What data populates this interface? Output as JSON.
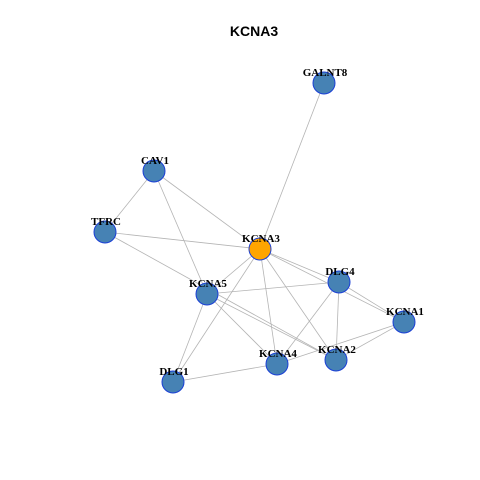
{
  "title": "KCNA3",
  "colors": {
    "default_node": "#4682B4",
    "focus_node": "#FFA500",
    "node_border": "#1a3fd6",
    "edge": "#b4b4b4"
  },
  "nodes": [
    {
      "id": "GALNT8",
      "label": "GALNT8",
      "focus": false
    },
    {
      "id": "CAV1",
      "label": "CAV1",
      "focus": false
    },
    {
      "id": "TFRC",
      "label": "TFRC",
      "focus": false
    },
    {
      "id": "KCNA3",
      "label": "KCNA3",
      "focus": true
    },
    {
      "id": "DLG4",
      "label": "DLG4",
      "focus": false
    },
    {
      "id": "KCNA5",
      "label": "KCNA5",
      "focus": false
    },
    {
      "id": "KCNA1",
      "label": "KCNA1",
      "focus": false
    },
    {
      "id": "KCNA2",
      "label": "KCNA2",
      "focus": false
    },
    {
      "id": "KCNA4",
      "label": "KCNA4",
      "focus": false
    },
    {
      "id": "DLG1",
      "label": "DLG1",
      "focus": false
    }
  ],
  "edges": [
    [
      "GALNT8",
      "KCNA3"
    ],
    [
      "CAV1",
      "TFRC"
    ],
    [
      "CAV1",
      "KCNA3"
    ],
    [
      "CAV1",
      "KCNA5"
    ],
    [
      "TFRC",
      "KCNA3"
    ],
    [
      "TFRC",
      "KCNA2"
    ],
    [
      "KCNA3",
      "KCNA5"
    ],
    [
      "KCNA3",
      "DLG4"
    ],
    [
      "KCNA3",
      "KCNA1"
    ],
    [
      "KCNA3",
      "KCNA2"
    ],
    [
      "KCNA3",
      "KCNA4"
    ],
    [
      "KCNA3",
      "DLG1"
    ],
    [
      "DLG4",
      "KCNA5"
    ],
    [
      "DLG4",
      "KCNA1"
    ],
    [
      "DLG4",
      "KCNA2"
    ],
    [
      "DLG4",
      "KCNA4"
    ],
    [
      "KCNA5",
      "KCNA4"
    ],
    [
      "KCNA5",
      "KCNA2"
    ],
    [
      "KCNA5",
      "DLG1"
    ],
    [
      "KCNA1",
      "KCNA4"
    ],
    [
      "KCNA1",
      "KCNA2"
    ],
    [
      "KCNA4",
      "DLG1"
    ]
  ]
}
